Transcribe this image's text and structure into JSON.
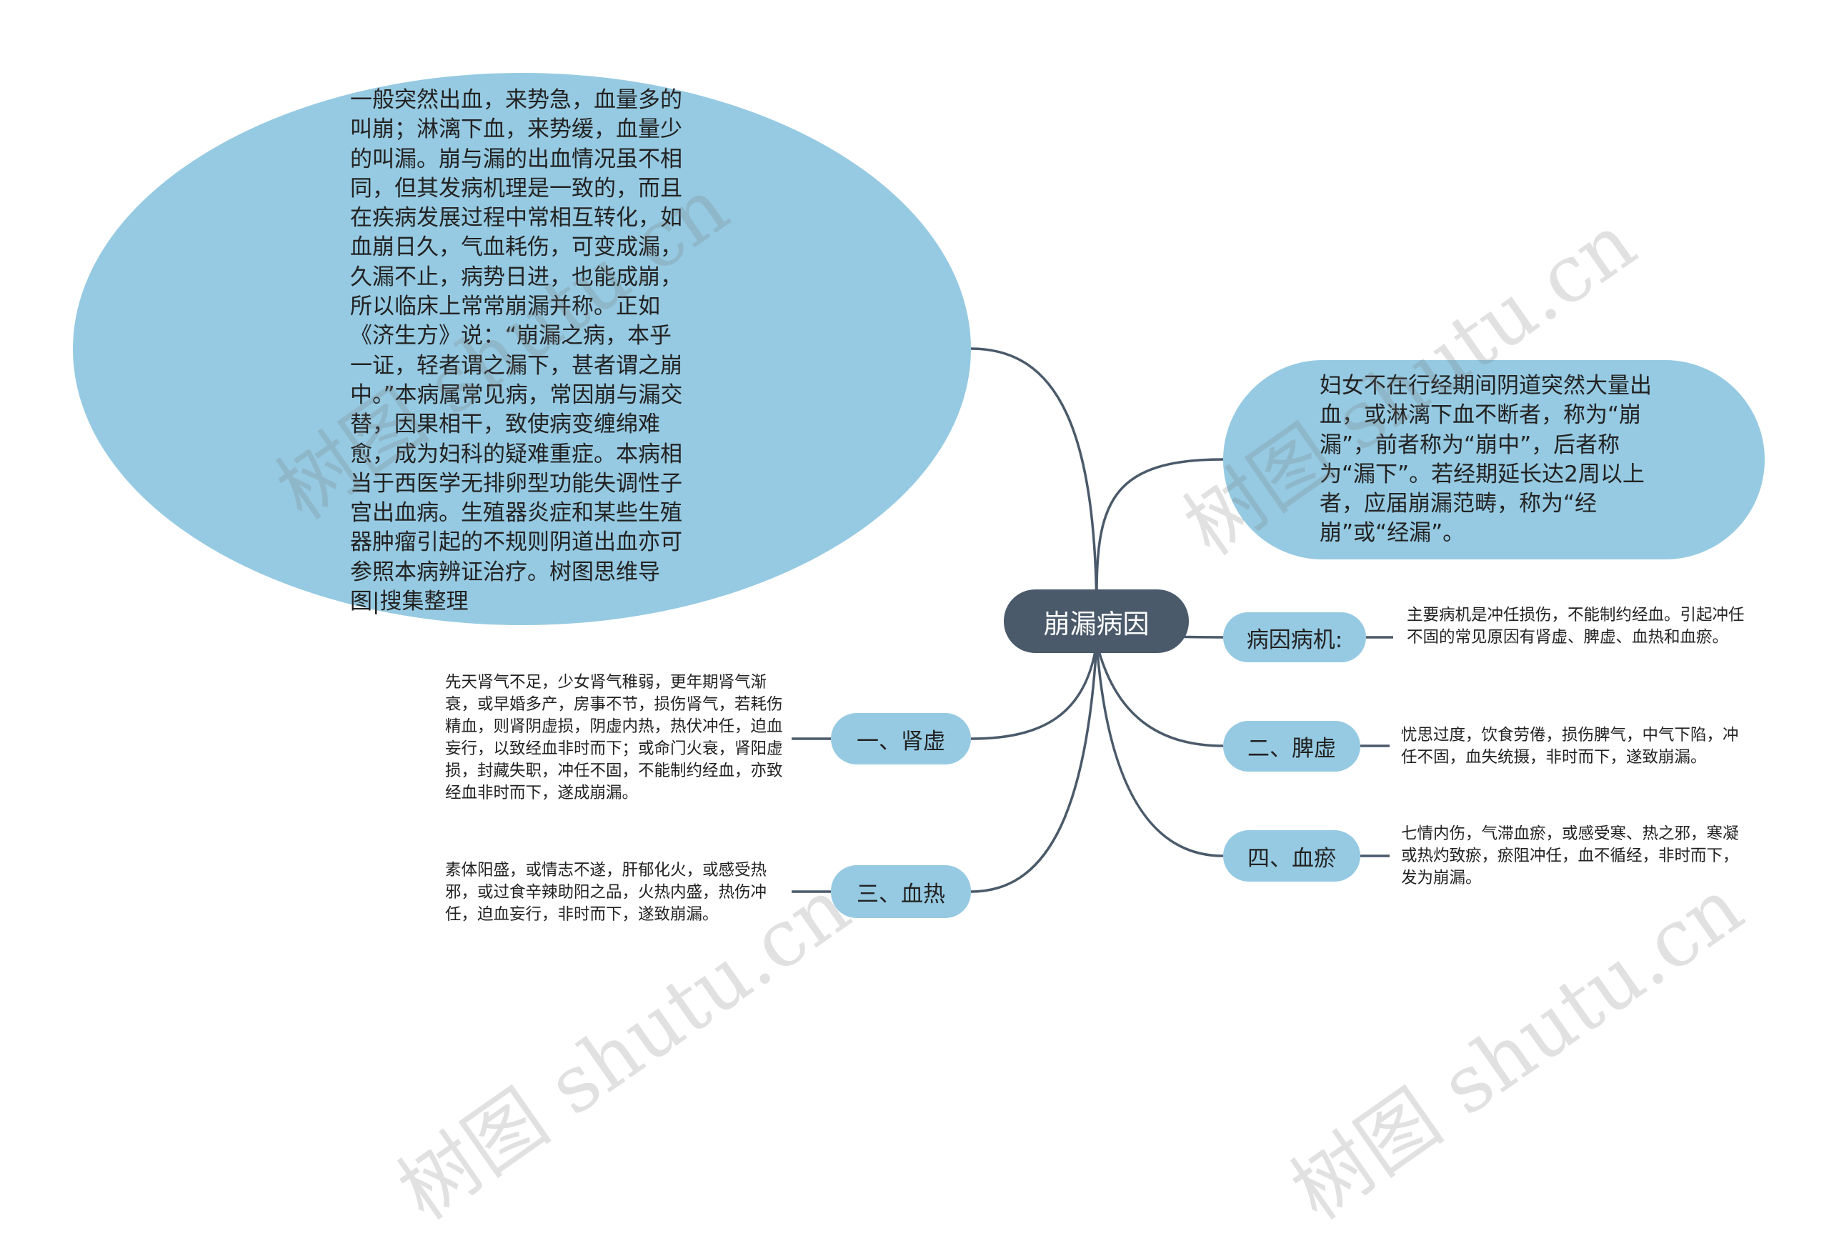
{
  "center": {
    "label": "崩漏病因"
  },
  "definition": "一般突然出血，来势急，血量多的叫崩；淋漓下血，来势缓，血量少的叫漏。崩与漏的出血情况虽不相同，但其发病机理是一致的，而且在疾病发展过程中常相互转化，如血崩日久，气血耗伤，可变成漏，久漏不止，病势日进，也能成崩，所以临床上常常崩漏并称。正如《济生方》说：“崩漏之病，本乎一证，轻者谓之漏下，甚者谓之崩中。”本病属常见病，常因崩与漏交替，因果相干，致使病变缠绵难愈，成为妇科的疑难重症。本病相当于西医学无排卵型功能失调性子宫出血病。生殖器炎症和某些生殖器肿瘤引起的不规则阴道出血亦可参照本病辨证治疗。树图思维导图|搜集整理",
  "summary": "妇女不在行经期间阴道突然大量出血，或淋漓下血不断者，称为“崩漏”，前者称为“崩中”，后者称为“漏下”。若经期延长达2周以上者，应届崩漏范畴，称为“经崩”或“经漏”。",
  "branches": {
    "pathogenesis": {
      "label": "病因病机:",
      "detail": "主要病机是冲任损伤，不能制约经血。引起冲任不固的常见原因有肾虚、脾虚、血热和血瘀。"
    },
    "spleen": {
      "label": "二、脾虚",
      "detail": "忧思过度，饮食劳倦，损伤脾气，中气下陷，冲任不固，血失统摄，非时而下，遂致崩漏。"
    },
    "stasis": {
      "label": "四、血瘀",
      "detail": "七情内伤，气滞血瘀，或感受寒、热之邪，寒凝或热灼致瘀，瘀阻冲任，血不循经，非时而下，发为崩漏。"
    },
    "kidney": {
      "label": "一、肾虚",
      "detail": "先天肾气不足，少女肾气稚弱，更年期肾气渐衰，或早婚多产，房事不节，损伤肾气，若耗伤精血，则肾阴虚损，阴虚内热，热伏冲任，迫血妄行，以致经血非时而下；或命门火衰，肾阳虚损，封藏失职，冲任不固，不能制约经血，亦致经血非时而下，遂成崩漏。"
    },
    "heat": {
      "label": "三、血热",
      "detail": "素体阳盛，或情志不遂，肝郁化火，或感受热邪，或过食辛辣助阳之品，火热内盛，热伤冲任，迫血妄行，非时而下，遂致崩漏。"
    }
  },
  "watermark": "树图 shutu.cn",
  "colors": {
    "node": "#96cae2",
    "center": "#4a5a6a",
    "line": "#4a5a6a"
  }
}
